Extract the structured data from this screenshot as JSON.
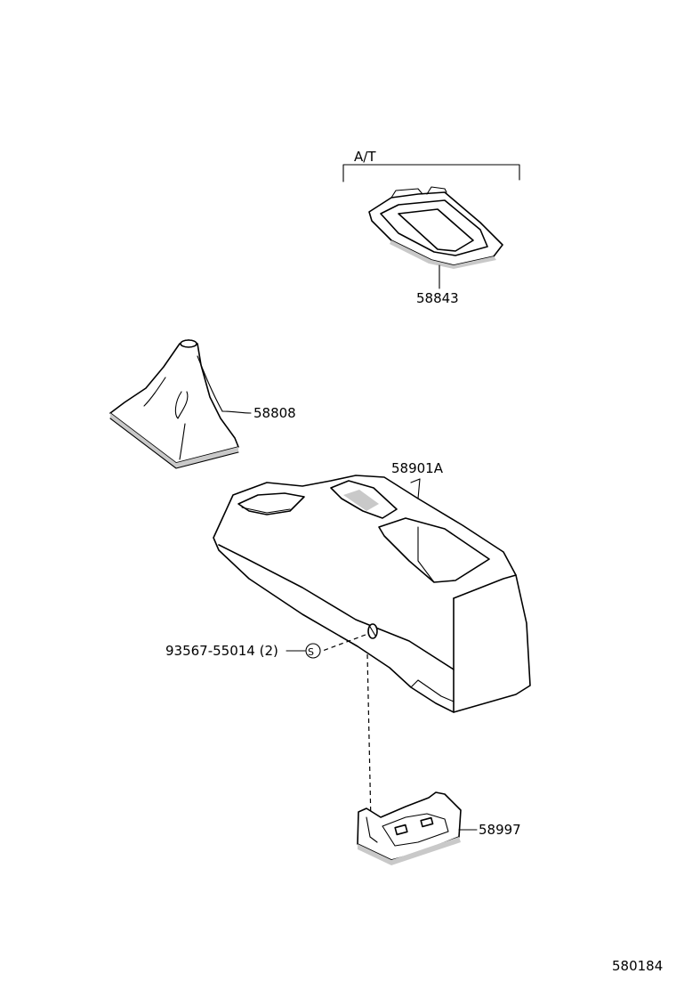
{
  "bracket_label": "A/T",
  "parts": {
    "boot_retainer": "58843",
    "shift_boot": "58808",
    "console_box": "58901A",
    "screw": "93567-55014 (2)",
    "screw_symbol": "S",
    "bracket": "58997"
  },
  "figure_id": "580184"
}
